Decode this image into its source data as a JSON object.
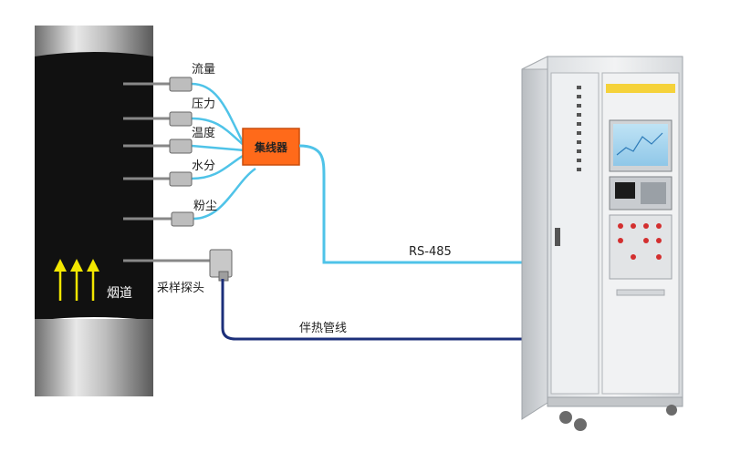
{
  "chimney": {
    "label": "烟道"
  },
  "sensors": [
    {
      "label": "流量"
    },
    {
      "label": "压力"
    },
    {
      "label": "温度"
    },
    {
      "label": "水分"
    },
    {
      "label": "粉尘"
    }
  ],
  "probe": {
    "label": "采样探头"
  },
  "collector": {
    "label": "集线器"
  },
  "bus": {
    "label": "RS-485"
  },
  "heated_line": {
    "label": "伴热管线"
  },
  "cabinet": {
    "label": ""
  },
  "colors": {
    "signal_line": "#4fc3e8",
    "heated_line": "#1c2f7a",
    "collector_box": "#ff6a1a",
    "chimney": "#111111",
    "arrow": "#f2e600",
    "cabinet_stripe": "#f5d23a"
  }
}
